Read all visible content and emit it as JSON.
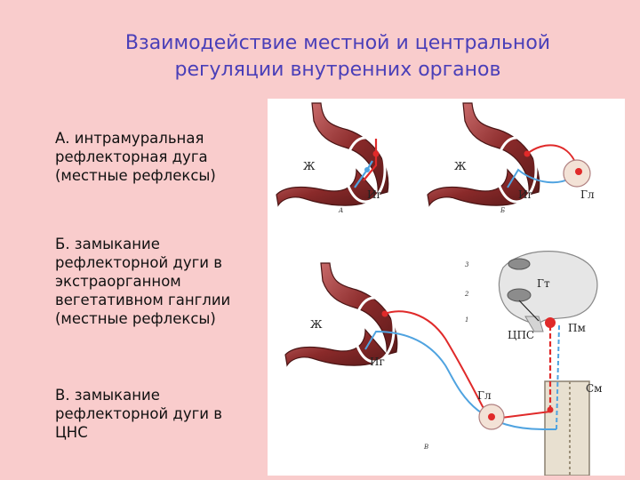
{
  "title": {
    "line1": "Взаимодействие местной и центральной",
    "line2": "регуляции внутренних органов"
  },
  "items": [
    {
      "lines": [
        "А.  интрамуральная",
        "рефлекторная дуга",
        "(местные рефлексы)"
      ]
    },
    {
      "lines": [
        "Б. замыкание",
        "рефлекторной дуги в",
        "экстраорганном",
        "вегетативном ганглии",
        "(местные рефлексы)"
      ]
    },
    {
      "lines": [
        "В. замыкание",
        "рефлекторной дуги в",
        "ЦНС"
      ]
    }
  ],
  "figure": {
    "panel_a": {
      "stomach": "Ж",
      "ganglion": "Иг",
      "letter": "А"
    },
    "panel_b": {
      "stomach": "Ж",
      "ganglion": "Иг",
      "outer_ganglion": "Гл",
      "letter": "Б"
    },
    "panel_c": {
      "stomach": "Ж",
      "ganglion": "Иг",
      "outer_ganglion": "Гл",
      "brain_mark": "Гт",
      "cns": "ЦПС",
      "medulla": "Пм",
      "spinal_cord": "См",
      "num1": "1",
      "num2": "2",
      "num3": "3",
      "letter": "В"
    }
  },
  "colors": {
    "background": "#f9cccc",
    "title": "#4a3fb8",
    "efferent": "#e02a2a",
    "afferent": "#4fa3e0",
    "stomach": "#8a2a2a",
    "ganglion_fill": "#f3e2d6"
  }
}
